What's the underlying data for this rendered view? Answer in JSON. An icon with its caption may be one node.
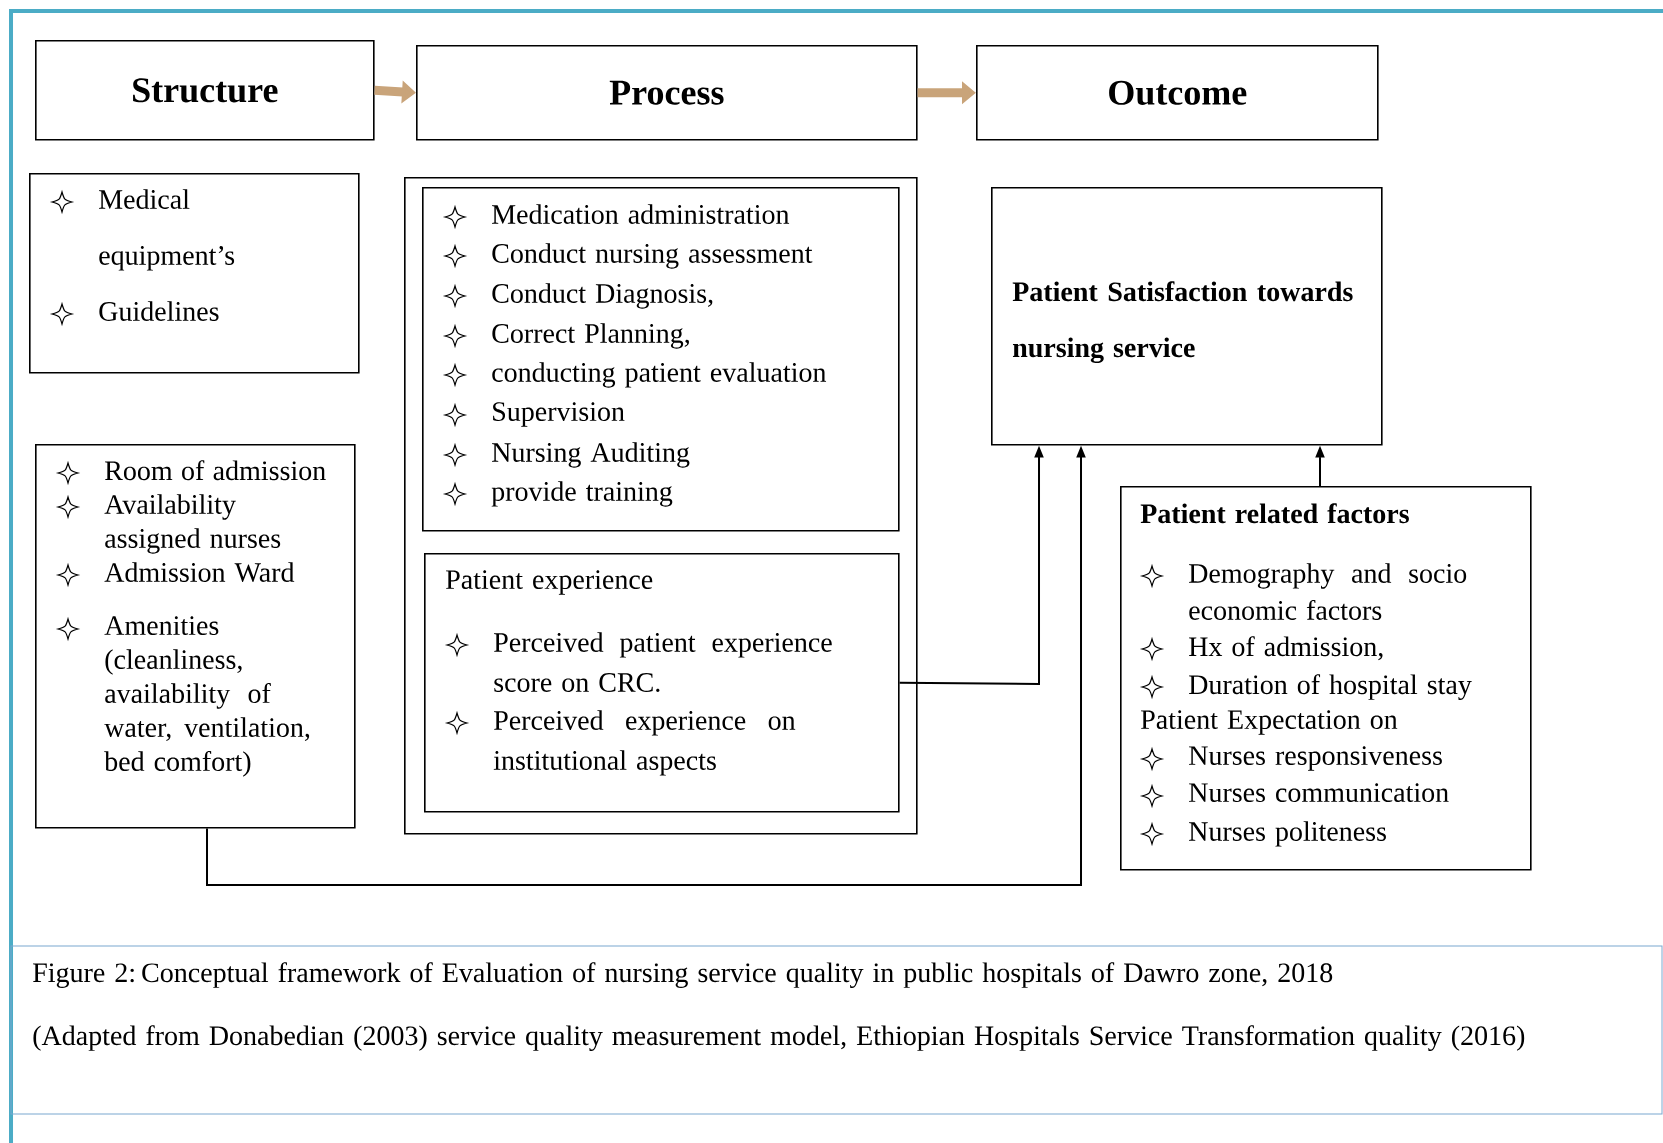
{
  "diagram": {
    "caption": "Figure 2: Conceptual framework of Evaluation of nursing service quality in public hospitals of Dawro zone, 2018",
    "nodes": [
      {
        "text": [
          "Structure"
        ]
      },
      {
        "text": [
          "Process"
        ]
      },
      {
        "text": [
          "Outcome"
        ]
      },
      {
        "text": [
          "Medical equipment’s",
          "Guidelines"
        ]
      },
      {
        "text": [
          "Room of admission",
          "Availability assigned nurses",
          "Admission Ward",
          "Amenities (cleanliness, availability of water, ventilation, bed comfort)"
        ]
      },
      {
        "text": [],
        "shape": "box"
      },
      {
        "text": [
          "Medication administration",
          "Conduct nursing assessment",
          "Conduct Diagnosis,",
          "Correct Planning,",
          "conducting patient evaluation",
          "Supervision",
          "Nursing Auditing",
          "provide training"
        ],
        "in": 5
      },
      {
        "text": [
          "Patient experience",
          "Perceived patient experience score on CRC.",
          "Perceived experience on institutional aspects"
        ],
        "in": 5
      },
      {
        "text": [
          "Patient Satisfaction towards nursing service"
        ]
      },
      {
        "text": [
          "Patient related factors",
          "Demography and socio economic factors",
          "Hx of admission,",
          "Duration of hospital stay",
          "Patient Expectation on",
          "Nurses responsiveness",
          "Nurses communication",
          "Nurses politeness"
        ]
      }
    ],
    "edges": [
      {
        "from": 0,
        "to": 1,
        "arrow": "to",
        "style": "thick",
        "color": "#c9a47a"
      },
      {
        "from": 1,
        "to": 2,
        "arrow": "to",
        "style": "thick",
        "color": "#c9a47a"
      },
      {
        "from": 7,
        "to": 8,
        "arrow": "to"
      },
      {
        "from": 4,
        "to": 8,
        "arrow": "to"
      },
      {
        "from": 9,
        "to": 8,
        "arrow": "to"
      }
    ],
    "labels": [
      "(Adapted from Donabedian (2003) service quality measurement model, Ethiopian Hospitals Service Transformation quality (2016)"
    ]
  }
}
